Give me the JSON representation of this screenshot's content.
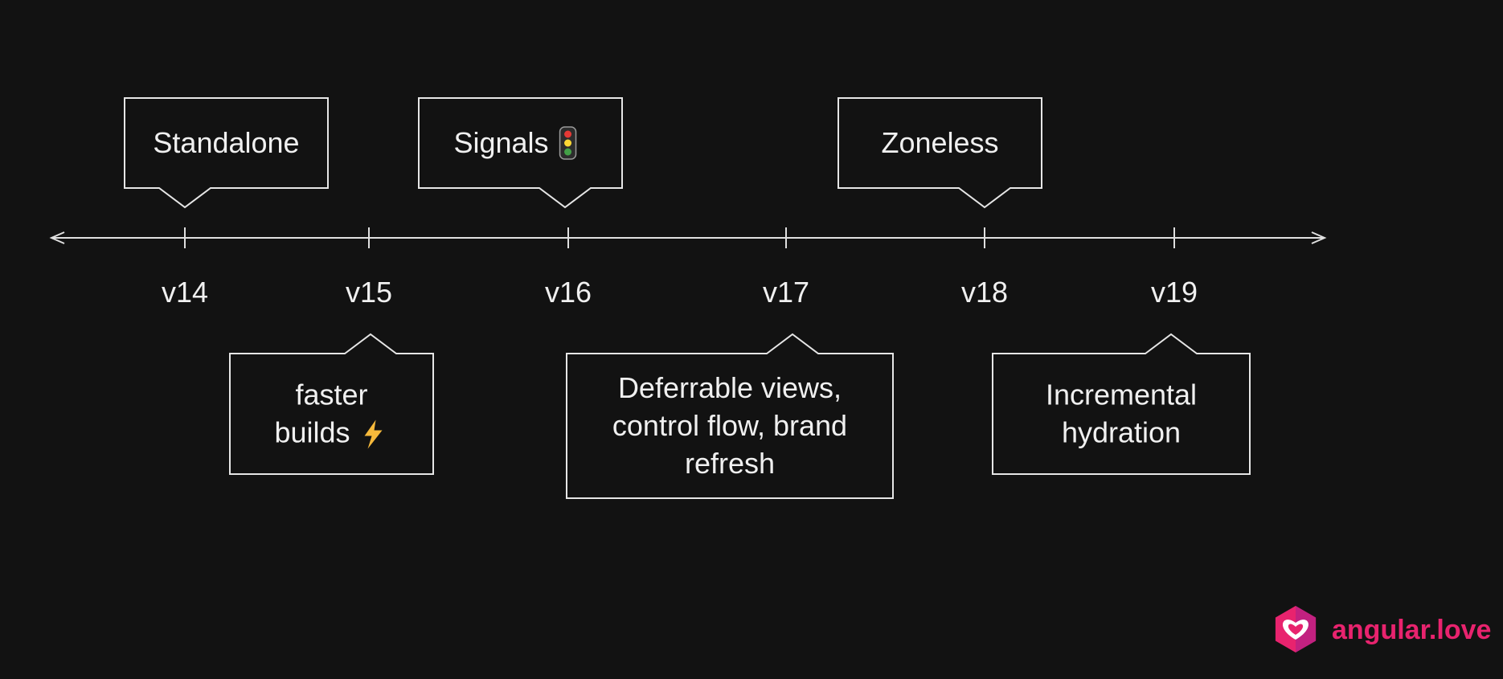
{
  "timeline": {
    "versions": [
      "v14",
      "v15",
      "v16",
      "v17",
      "v18",
      "v19"
    ],
    "callouts": [
      {
        "id": "standalone",
        "position": "above",
        "version": "v14",
        "lines": [
          "Standalone"
        ],
        "icon": ""
      },
      {
        "id": "signals",
        "position": "above",
        "version": "v16",
        "lines": [
          "Signals"
        ],
        "icon": "traffic-light-icon"
      },
      {
        "id": "zoneless",
        "position": "above",
        "version": "v18",
        "lines": [
          "Zoneless"
        ],
        "icon": ""
      },
      {
        "id": "faster-builds",
        "position": "below",
        "version": "v15",
        "lines": [
          "faster",
          "builds"
        ],
        "icon": "lightning-icon"
      },
      {
        "id": "deferrable-views",
        "position": "below",
        "version": "v17",
        "lines": [
          "Deferrable views,",
          "control flow, brand",
          "refresh"
        ],
        "icon": ""
      },
      {
        "id": "incremental-hydration",
        "position": "below",
        "version": "v19",
        "lines": [
          "Incremental",
          "hydration"
        ],
        "icon": ""
      }
    ]
  },
  "brand": {
    "name": "angular.love",
    "logo_icon": "angular-love-heart-logo",
    "color": "#e8236e",
    "color_secondary": "#a3218f"
  },
  "colors": {
    "background": "#121212",
    "line": "#e0e0e0",
    "text": "#f0f0f0",
    "lightning": "#f6b93b",
    "traffic_red": "#e53935",
    "traffic_yellow": "#fdd835",
    "traffic_green": "#43a047"
  }
}
